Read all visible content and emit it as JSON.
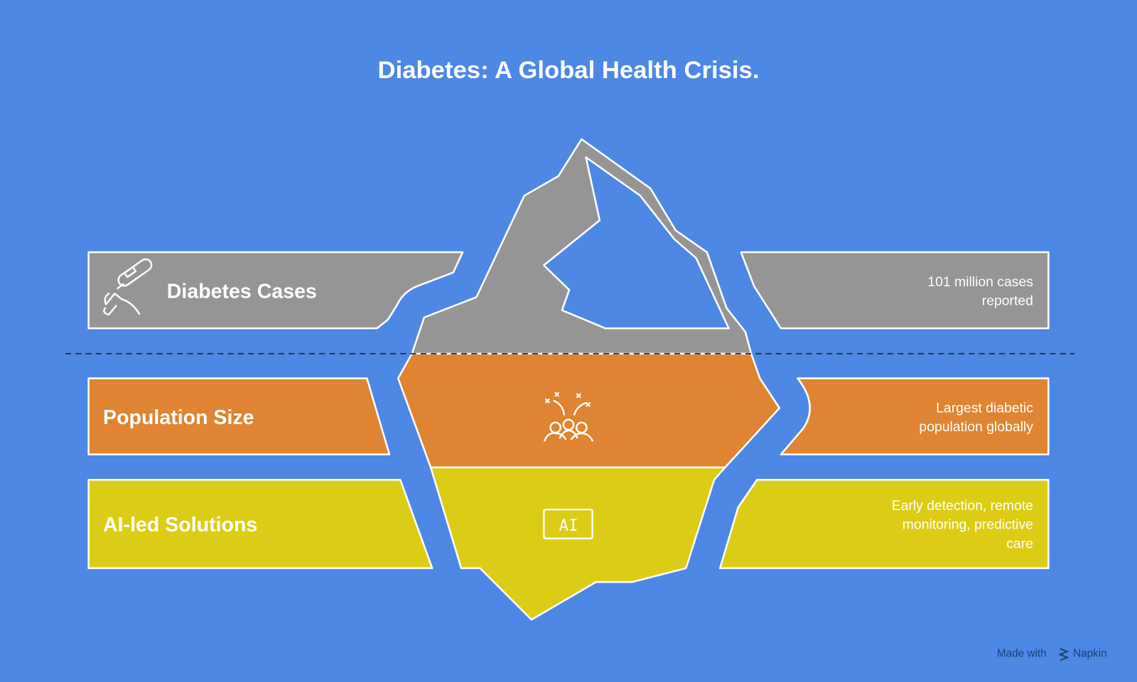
{
  "title": "Diabetes: A Global Health Crisis.",
  "colors": {
    "background": "#4c88e4",
    "tip": "#959595",
    "middle": "#de8432",
    "bottom": "#ddcc16"
  },
  "layers": [
    {
      "label": "Diabetes Cases",
      "description": [
        "101 million cases",
        "reported"
      ],
      "icon": "glucose-meter-icon"
    },
    {
      "label": "Population Size",
      "description": [
        "Largest diabetic",
        "population globally"
      ],
      "icon": "crowd-icon"
    },
    {
      "label": "AI-led Solutions",
      "description": [
        "Early detection, remote",
        "monitoring, predictive",
        "care"
      ],
      "icon": "ai-chip-icon",
      "icon_text": "AI"
    }
  ],
  "footer": {
    "made_with": "Made with",
    "brand": "Napkin"
  }
}
